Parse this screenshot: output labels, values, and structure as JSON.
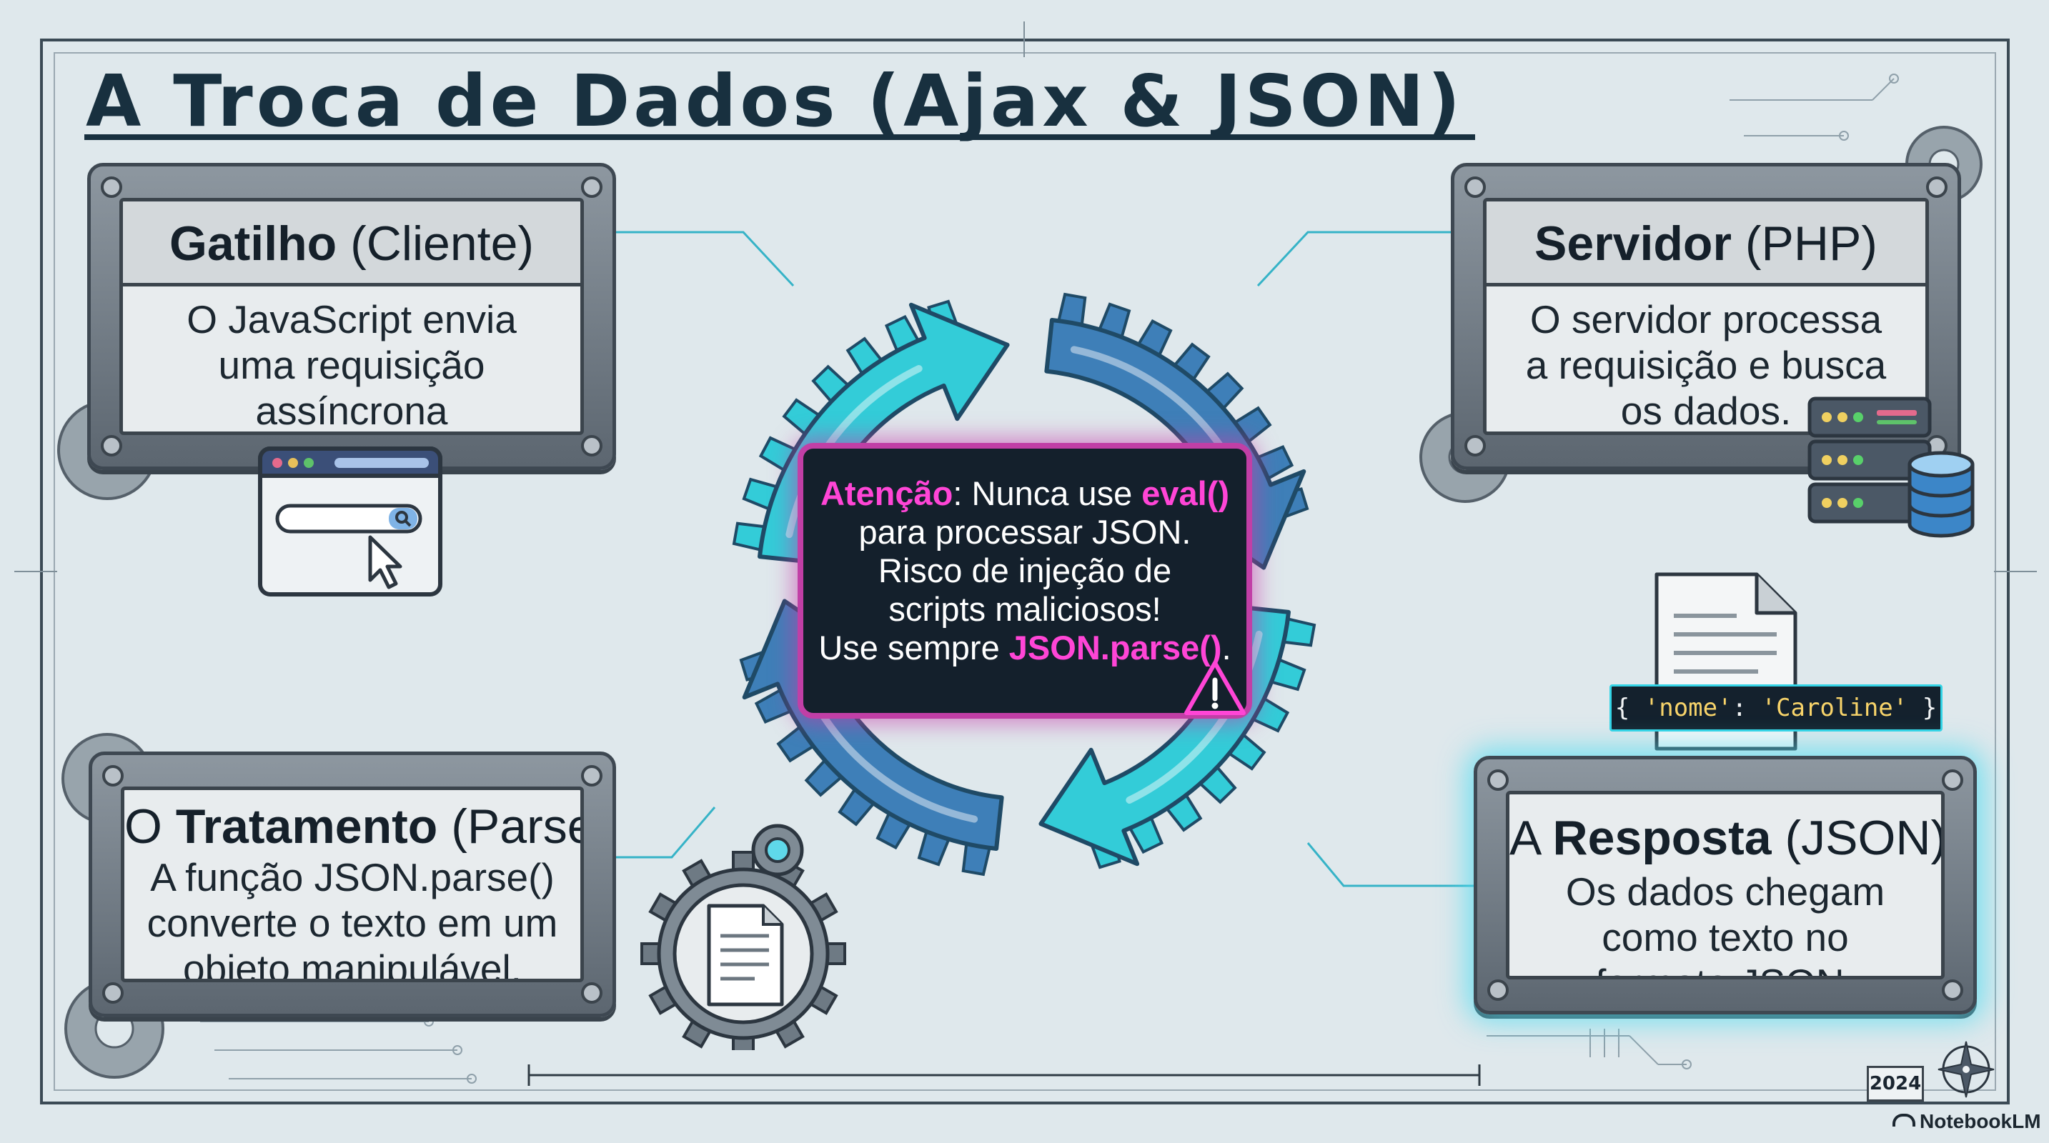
{
  "title": "A Troca de Dados (Ajax & JSON)",
  "colors": {
    "background": "#dfe8ec",
    "title": "#18303f",
    "cycle_light": "#33ccd8",
    "cycle_dark": "#3e7fb8",
    "alert_border": "#c13fa6",
    "alert_highlight": "#ff45d6"
  },
  "steps": {
    "client": {
      "title_bold": "Gatilho",
      "title_rest": "(Cliente)",
      "description": "O JavaScript envia uma requisição assíncrona (XMLHttpRequest).",
      "icon": "browser-search-icon"
    },
    "server": {
      "title_bold": "Servidor",
      "title_rest": "(PHP)",
      "description": "O servidor processa a requisição e busca os dados.",
      "icon": "server-database-icon"
    },
    "response": {
      "title_prefix": "A",
      "title_bold": "Resposta",
      "title_rest": "(JSON)",
      "description": "Os dados chegam como texto no formato JSON.",
      "icon": "document-icon"
    },
    "parse": {
      "title_prefix": "O",
      "title_bold": "Tratamento",
      "title_rest": "(Parse)",
      "description": "A função JSON.parse() converte o texto em um objeto manipulável.",
      "icon": "gear-document-icon"
    }
  },
  "json_example": {
    "open": "{ ",
    "key": "'nome'",
    "colon": ": ",
    "value": "'Caroline'",
    "close": " }"
  },
  "warning": {
    "label": "Atenção",
    "text_1": ": Nunca use ",
    "code_1": "eval()",
    "text_2": "para processar JSON. Risco de injeção de scripts maliciosos!",
    "text_3": "Use sempre ",
    "code_2": "JSON.parse()",
    "text_4": ".",
    "icon": "warning-icon"
  },
  "footer": {
    "year": "2024",
    "brand": "NotebookLM",
    "icon": "compass-icon"
  }
}
